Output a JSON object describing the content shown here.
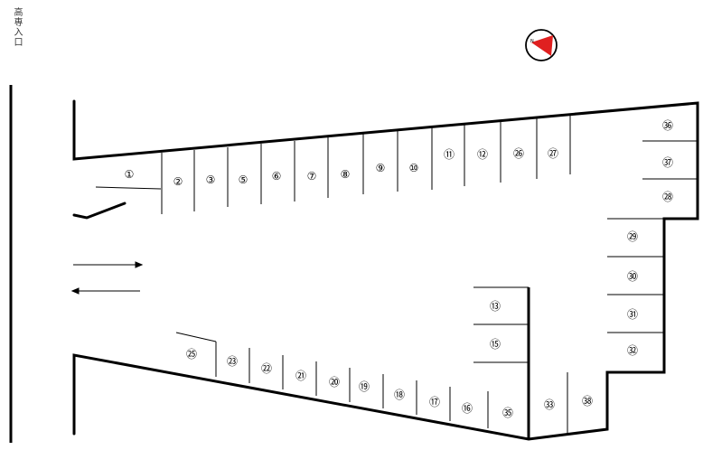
{
  "entrance_label": "高専入口",
  "compass": {
    "letter": "N",
    "color": "#e02020"
  },
  "spots": [
    {
      "n": 1,
      "label": "①"
    },
    {
      "n": 2,
      "label": "②"
    },
    {
      "n": 3,
      "label": "③"
    },
    {
      "n": 5,
      "label": "⑤"
    },
    {
      "n": 6,
      "label": "⑥"
    },
    {
      "n": 7,
      "label": "⑦"
    },
    {
      "n": 8,
      "label": "⑧"
    },
    {
      "n": 9,
      "label": "⑨"
    },
    {
      "n": 10,
      "label": "⑩"
    },
    {
      "n": 11,
      "label": "⑪"
    },
    {
      "n": 12,
      "label": "⑫"
    },
    {
      "n": 26,
      "label": "㉖"
    },
    {
      "n": 27,
      "label": "㉗"
    },
    {
      "n": 36,
      "label": "㊱"
    },
    {
      "n": 37,
      "label": "㊲"
    },
    {
      "n": 28,
      "label": "㉘"
    },
    {
      "n": 29,
      "label": "㉙"
    },
    {
      "n": 30,
      "label": "㉚"
    },
    {
      "n": 31,
      "label": "㉛"
    },
    {
      "n": 32,
      "label": "㉜"
    },
    {
      "n": 13,
      "label": "⑬"
    },
    {
      "n": 15,
      "label": "⑮"
    },
    {
      "n": 25,
      "label": "㉕"
    },
    {
      "n": 23,
      "label": "㉓"
    },
    {
      "n": 22,
      "label": "㉒"
    },
    {
      "n": 21,
      "label": "㉑"
    },
    {
      "n": 20,
      "label": "⑳"
    },
    {
      "n": 19,
      "label": "⑲"
    },
    {
      "n": 18,
      "label": "⑱"
    },
    {
      "n": 17,
      "label": "⑰"
    },
    {
      "n": 16,
      "label": "⑯"
    },
    {
      "n": 35,
      "label": "㉟"
    },
    {
      "n": 33,
      "label": "㉝"
    },
    {
      "n": 38,
      "label": "㊳"
    }
  ]
}
